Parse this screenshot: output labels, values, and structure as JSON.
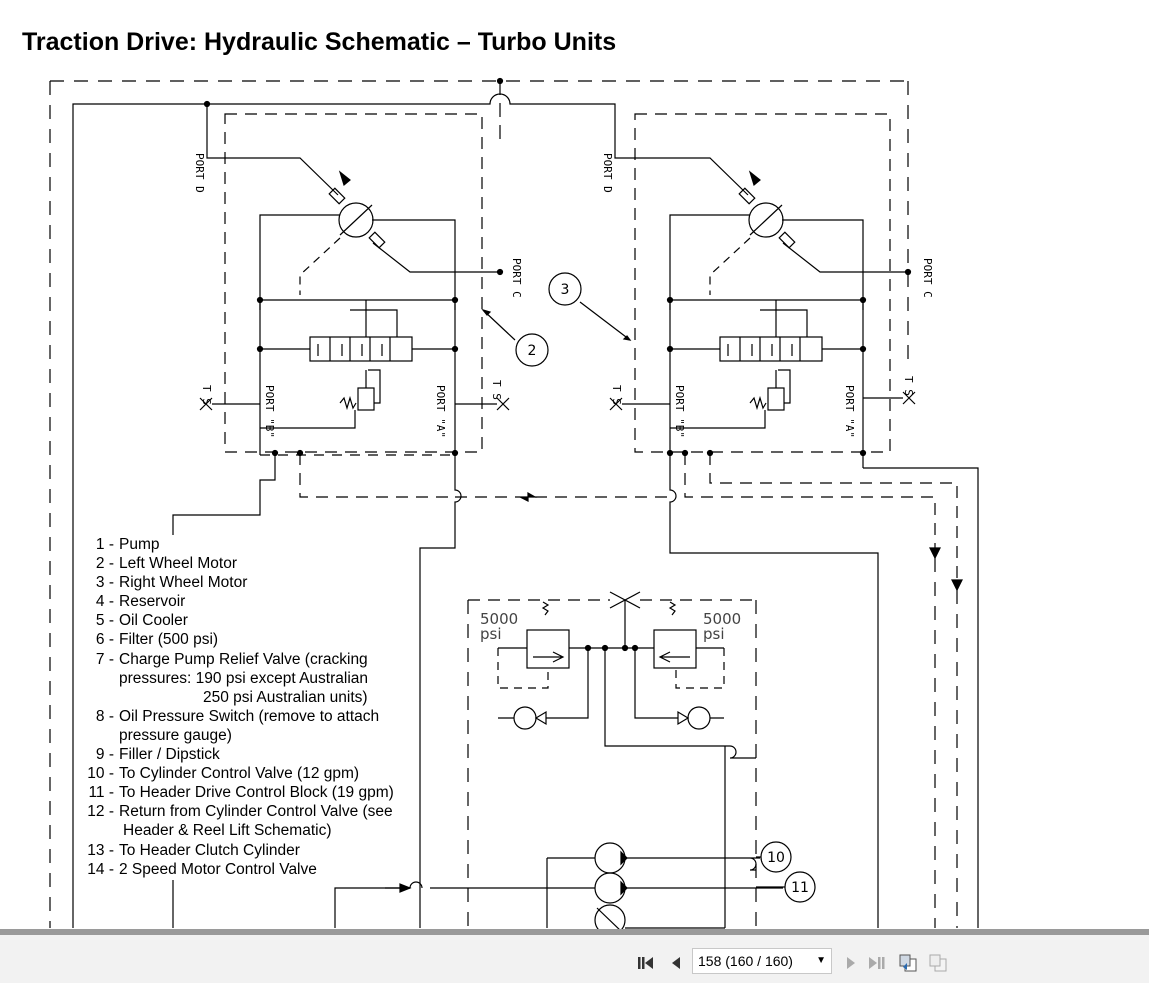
{
  "title": "Traction Drive: Hydraulic Schematic – Turbo Units",
  "schematic": {
    "port_d": "PORT D",
    "port_c": "PORT C",
    "port_b": "PORT \"B\"",
    "port_a": "PORT \"A\"",
    "ts": "T S",
    "callouts": [
      "2",
      "3",
      "10",
      "11"
    ],
    "relief_left": [
      "5000",
      "psi"
    ],
    "relief_right": [
      "5000",
      "psi"
    ]
  },
  "legend": {
    "items": [
      {
        "num": "1 -",
        "text": "Pump"
      },
      {
        "num": "2 -",
        "text": "Left Wheel Motor"
      },
      {
        "num": "3 -",
        "text": "Right Wheel Motor"
      },
      {
        "num": "4 -",
        "text": "Reservoir"
      },
      {
        "num": "5 -",
        "text": "Oil Cooler"
      },
      {
        "num": "6 -",
        "text": "Filter (500 psi)"
      },
      {
        "num": "7 -",
        "text": "Charge Pump Relief Valve (cracking",
        "cont": [
          "pressures: 190 psi except Australian",
          "                   250 psi Australian units)"
        ]
      },
      {
        "num": "8 -",
        "text": "Oil Pressure Switch (remove to attach",
        "cont": [
          "pressure gauge)"
        ]
      },
      {
        "num": "9 -",
        "text": "Filler / Dipstick"
      },
      {
        "num": "10 -",
        "text": "To Cylinder Control Valve (12 gpm)"
      },
      {
        "num": "11 -",
        "text": "To Header Drive Control Block (19 gpm)"
      },
      {
        "num": "12 -",
        "text": "Return from Cylinder Control Valve (see",
        "cont": [
          " Header & Reel Lift Schematic)"
        ]
      },
      {
        "num": "13 -",
        "text": "To Header Clutch Cylinder"
      },
      {
        "num": "14 -",
        "text": "2 Speed Motor Control Valve"
      }
    ]
  },
  "toolbar": {
    "page_display": "158 (160 / 160)"
  }
}
